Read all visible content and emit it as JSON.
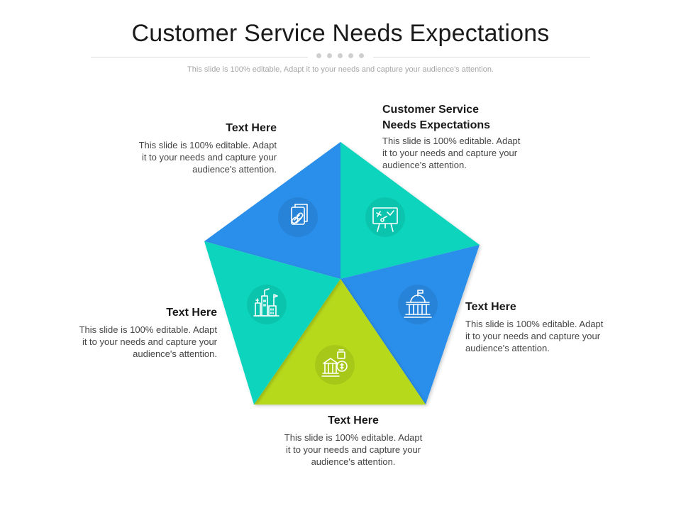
{
  "slide": {
    "title": "Customer Service Needs Expectations",
    "subtitle": "This slide is 100% editable, Adapt it to your needs and capture your audience's attention."
  },
  "segments": [
    {
      "id": "top-left",
      "color": "#2b8fea",
      "icon": "document-link-icon",
      "heading": "Text Here",
      "body_lines": [
        "This slide is 100% editable. Adapt",
        "it to your needs and capture your",
        "audience's attention."
      ]
    },
    {
      "id": "top-right",
      "color": "#0fd5bd",
      "icon": "presentation-board-icon",
      "heading_lines": [
        "Customer Service",
        "Needs Expectations"
      ],
      "body_lines": [
        "This slide is 100% editable. Adapt",
        "it to your needs and capture your",
        "audience's attention."
      ]
    },
    {
      "id": "right",
      "color": "#2b8fea",
      "icon": "government-building-icon",
      "heading": "Text Here",
      "body_lines": [
        "This slide is 100% editable. Adapt",
        "it to your needs and capture your",
        "audience's attention."
      ]
    },
    {
      "id": "bottom",
      "color": "#b7d91a",
      "icon": "bank-money-icon",
      "heading": "Text Here",
      "body_lines": [
        "This slide is 100% editable. Adapt",
        "it to your needs and capture your",
        "audience's attention."
      ]
    },
    {
      "id": "left",
      "color": "#0fd5bd",
      "icon": "city-growth-icon",
      "heading": "Text Here",
      "body_lines": [
        "This slide is 100% editable. Adapt",
        "it to your needs and capture your",
        "audience's attention."
      ]
    }
  ]
}
